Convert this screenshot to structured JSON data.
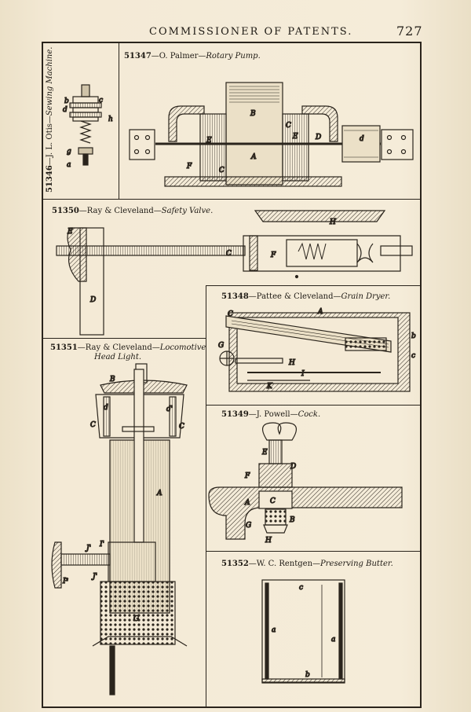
{
  "header": {
    "running_head": "COMMISSIONER OF PATENTS.",
    "page_number": "727"
  },
  "patents": [
    {
      "number": "51346",
      "sep": "—",
      "inventor": "J. L. Otis",
      "title": "Sewing Machine."
    },
    {
      "number": "51347",
      "sep": "—",
      "inventor": "O. Palmer",
      "title": "Rotary Pump."
    },
    {
      "number": "51350",
      "sep": "—",
      "inventor": "Ray & Cleveland",
      "title": "Safety Valve."
    },
    {
      "number": "51348",
      "sep": "—",
      "inventor": "Pattee & Cleveland",
      "title": "Grain Dryer."
    },
    {
      "number": "51351",
      "sep": "—",
      "inventor": "Ray & Cleveland",
      "title": "Locomotive",
      "title2": "Head Light."
    },
    {
      "number": "51349",
      "sep": "—",
      "inventor": "J. Powell",
      "title": "Cock."
    },
    {
      "number": "51352",
      "sep": "—",
      "inventor": "W. C. Rentgen",
      "title": "Preserving Butter."
    }
  ],
  "figure_letters": {
    "sewing_machine": [
      "d",
      "b",
      "c",
      "a",
      "g",
      "h"
    ],
    "rotary_pump": [
      "B",
      "A",
      "E",
      "E",
      "C",
      "C",
      "D",
      "d",
      "F"
    ],
    "safety_valve": [
      "E",
      "D",
      "C",
      "H",
      "F"
    ],
    "grain_dryer": [
      "A",
      "G",
      "C",
      "H",
      "I",
      "K",
      "b",
      "c"
    ],
    "head_light": [
      "B",
      "d",
      "d'",
      "C",
      "C",
      "A",
      "J'",
      "I'",
      "J'",
      "I²",
      "G"
    ],
    "cock": [
      "E",
      "D",
      "F",
      "A",
      "C",
      "B",
      "G",
      "H"
    ],
    "butter": [
      "c",
      "a",
      "a",
      "b"
    ]
  }
}
